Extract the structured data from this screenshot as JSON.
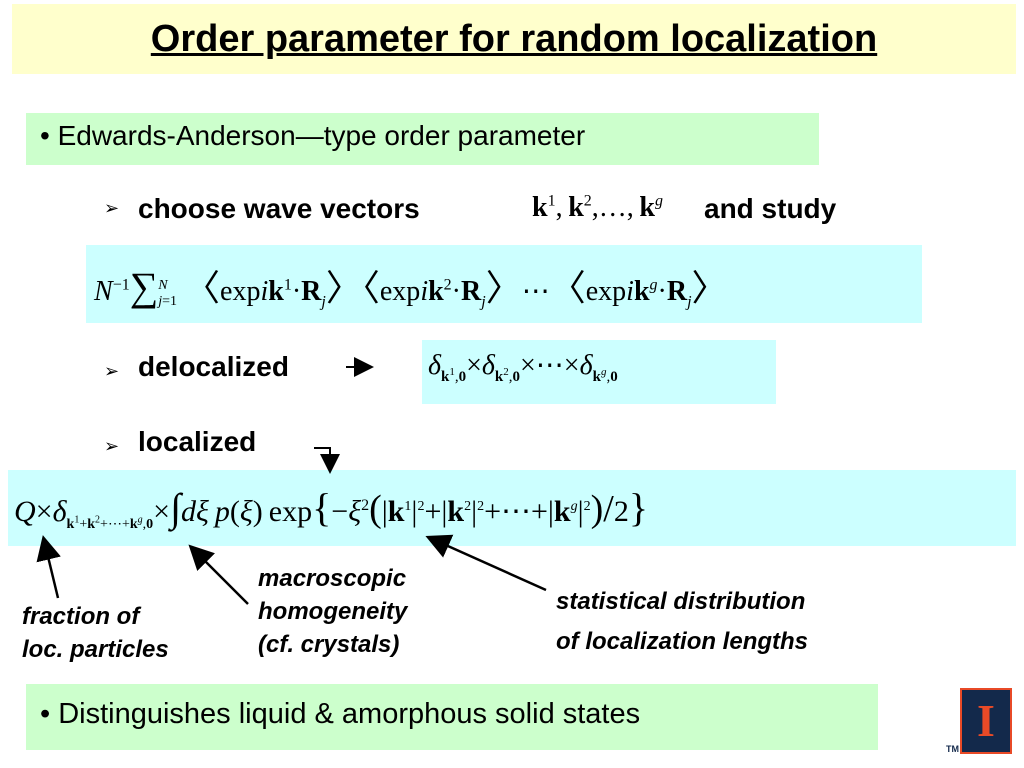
{
  "title": "Order parameter for random localization",
  "bullets": {
    "main": "• Edwards-Anderson—type order parameter",
    "choose": "choose wave vectors",
    "and_study": "and study",
    "delocalized": "delocalized",
    "localized": "localized",
    "last": "• Distinguishes liquid & amorphous solid states",
    "marker": "➢"
  },
  "annotations": {
    "fraction": "fraction of\nloc. particles",
    "macroscopic": "macroscopic\nhomogeneity\n(cf. crystals)",
    "statistical": "statistical distribution\nof localization lengths"
  },
  "colors": {
    "title_bg": "#ffffcc",
    "green_bg": "#ccffcc",
    "cyan_bg": "#ccffff",
    "logo_blue": "#13294b",
    "logo_orange": "#e84a27"
  },
  "logo": {
    "letter": "I",
    "caption": "TM"
  }
}
